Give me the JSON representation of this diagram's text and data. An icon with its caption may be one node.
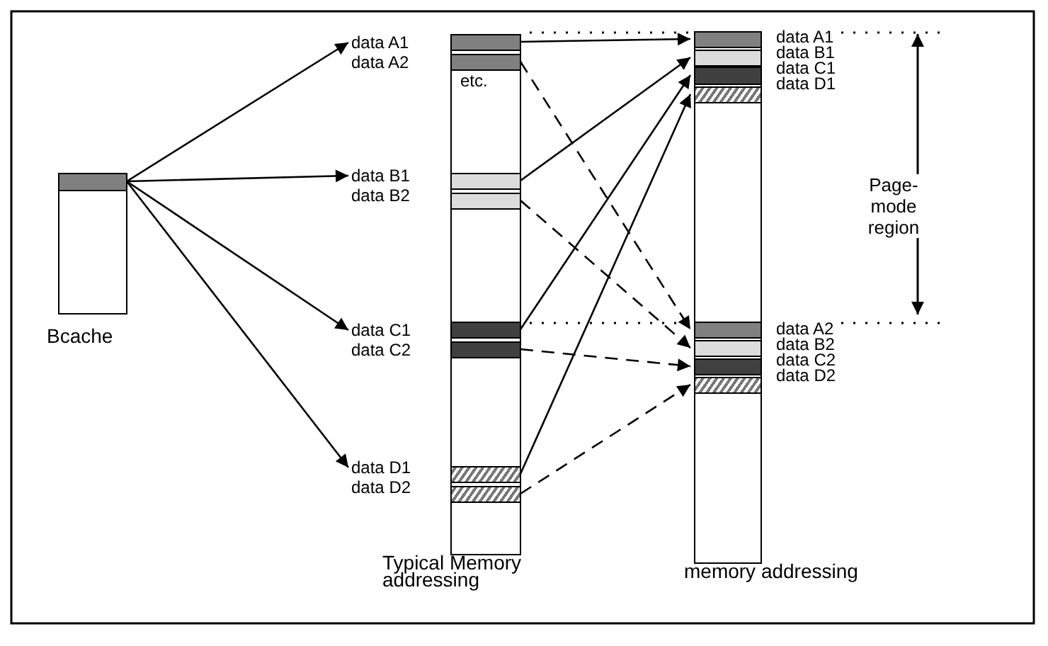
{
  "diagram": {
    "nodes": [
      {
        "text": [],
        "shape": "box",
        "beside": [
          "Bcache"
        ]
      },
      {
        "text": [],
        "shape": "bar",
        "in": 0
      },
      {
        "text": [
          "data A1"
        ]
      },
      {
        "text": [
          "data B1"
        ]
      },
      {
        "text": [
          "data C1"
        ]
      },
      {
        "text": [
          "data D1"
        ]
      },
      {
        "text": [],
        "shape": "box",
        "beside": [
          "Typical Memory addressing"
        ]
      },
      {
        "text": [],
        "shape": "bar",
        "in": 6
      },
      {
        "text": [],
        "shape": "bar",
        "in": 6
      },
      {
        "text": [],
        "shape": "bar",
        "in": 6
      },
      {
        "text": [],
        "shape": "bar",
        "in": 6
      },
      {
        "text": [],
        "shape": "bar",
        "in": 6
      },
      {
        "text": [],
        "shape": "bar",
        "in": 6
      },
      {
        "text": [],
        "shape": "bar",
        "in": 6
      },
      {
        "text": [],
        "shape": "bar",
        "in": 6
      },
      {
        "text": [],
        "shape": "box",
        "beside": [
          "memory addressing"
        ]
      },
      {
        "text": [],
        "shape": "bar",
        "in": 15
      },
      {
        "text": [],
        "shape": "bar",
        "in": 15
      },
      {
        "text": [],
        "shape": "bar",
        "in": 15
      },
      {
        "text": [],
        "shape": "bar",
        "in": 15
      },
      {
        "text": [],
        "shape": "bar",
        "in": 15
      },
      {
        "text": [],
        "shape": "bar",
        "in": 15
      },
      {
        "text": [],
        "shape": "bar",
        "in": 15
      },
      {
        "text": [],
        "shape": "bar",
        "in": 15
      }
    ],
    "edges": [
      {
        "from": 1,
        "to": 2,
        "arrow": "to"
      },
      {
        "from": 1,
        "to": 3,
        "arrow": "to"
      },
      {
        "from": 1,
        "to": 4,
        "arrow": "to"
      },
      {
        "from": 1,
        "to": 5,
        "arrow": "to"
      },
      {
        "from": 7,
        "to": 16,
        "arrow": "to"
      },
      {
        "from": 9,
        "to": 17,
        "arrow": "to"
      },
      {
        "from": 11,
        "to": 18,
        "arrow": "to"
      },
      {
        "from": 13,
        "to": 19,
        "arrow": "to"
      },
      {
        "from": 8,
        "to": 20,
        "arrow": "to",
        "style": "dashed"
      },
      {
        "from": 10,
        "to": 21,
        "arrow": "to",
        "style": "dashed"
      },
      {
        "from": 12,
        "to": 22,
        "arrow": "to",
        "style": "dashed"
      },
      {
        "from": 14,
        "to": 23,
        "arrow": "to",
        "style": "dashed"
      }
    ],
    "labels": [
      "data A2",
      "etc.",
      "data B2",
      "data C2",
      "data D2",
      "data A1",
      "data B1",
      "data C1",
      "data D1",
      "Page-mode region",
      "data A2",
      "data B2",
      "data C2",
      "data D2"
    ]
  }
}
